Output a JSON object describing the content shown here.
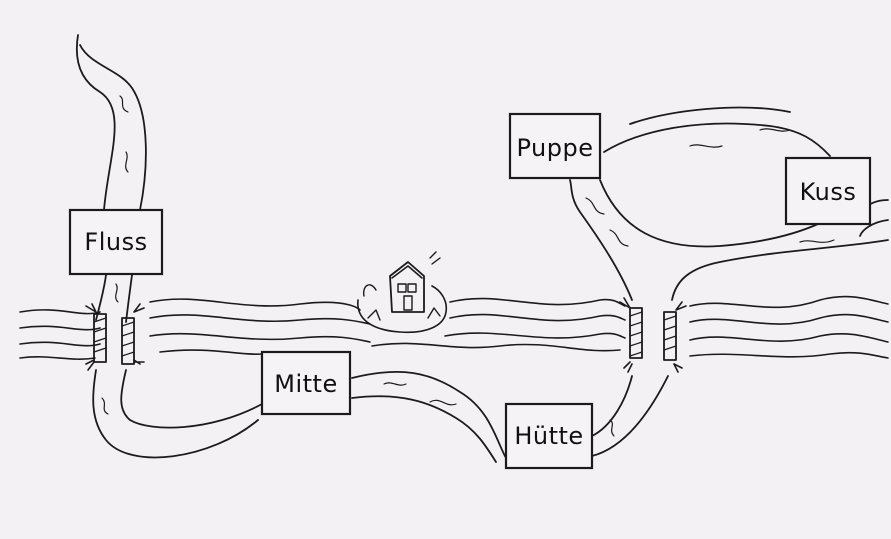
{
  "labels": {
    "fluss": "Fluss",
    "mitte": "Mitte",
    "huette": "Hütte",
    "puppe": "Puppe",
    "kuss": "Kuss"
  },
  "colors": {
    "background": "#f4f1f4",
    "ink": "#1b1b1b"
  },
  "icons": [
    "house-icon",
    "bridge-icon"
  ]
}
